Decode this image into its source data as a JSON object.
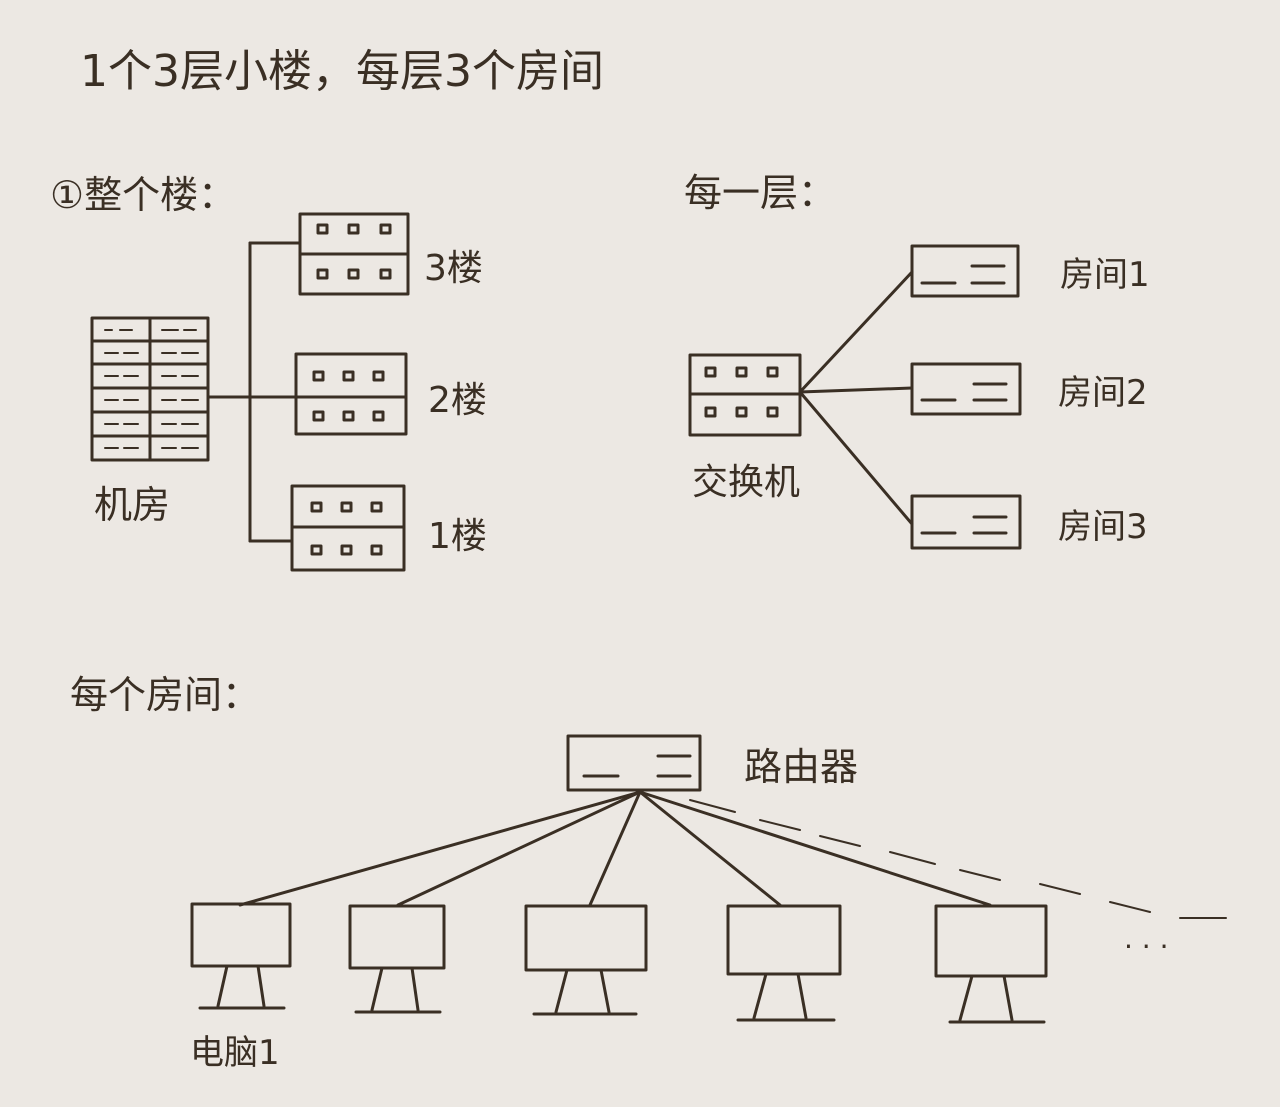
{
  "title": "1个3层小楼，每层3个房间",
  "colors": {
    "ink": "#3a2f24",
    "paper": "#ece8e3"
  },
  "section_building": {
    "heading": "①整个楼：",
    "machine_room_label": "机房",
    "floors": [
      {
        "label": "3楼"
      },
      {
        "label": "2楼"
      },
      {
        "label": "1楼"
      }
    ]
  },
  "section_floor": {
    "heading": "每一层：",
    "switch_label": "交换机",
    "rooms": [
      {
        "label": "房间1"
      },
      {
        "label": "房间2"
      },
      {
        "label": "房间3"
      }
    ]
  },
  "section_room": {
    "heading": "每个房间：",
    "router_label": "路由器",
    "computer_label": "电脑1",
    "ellipsis": "· · ·"
  }
}
